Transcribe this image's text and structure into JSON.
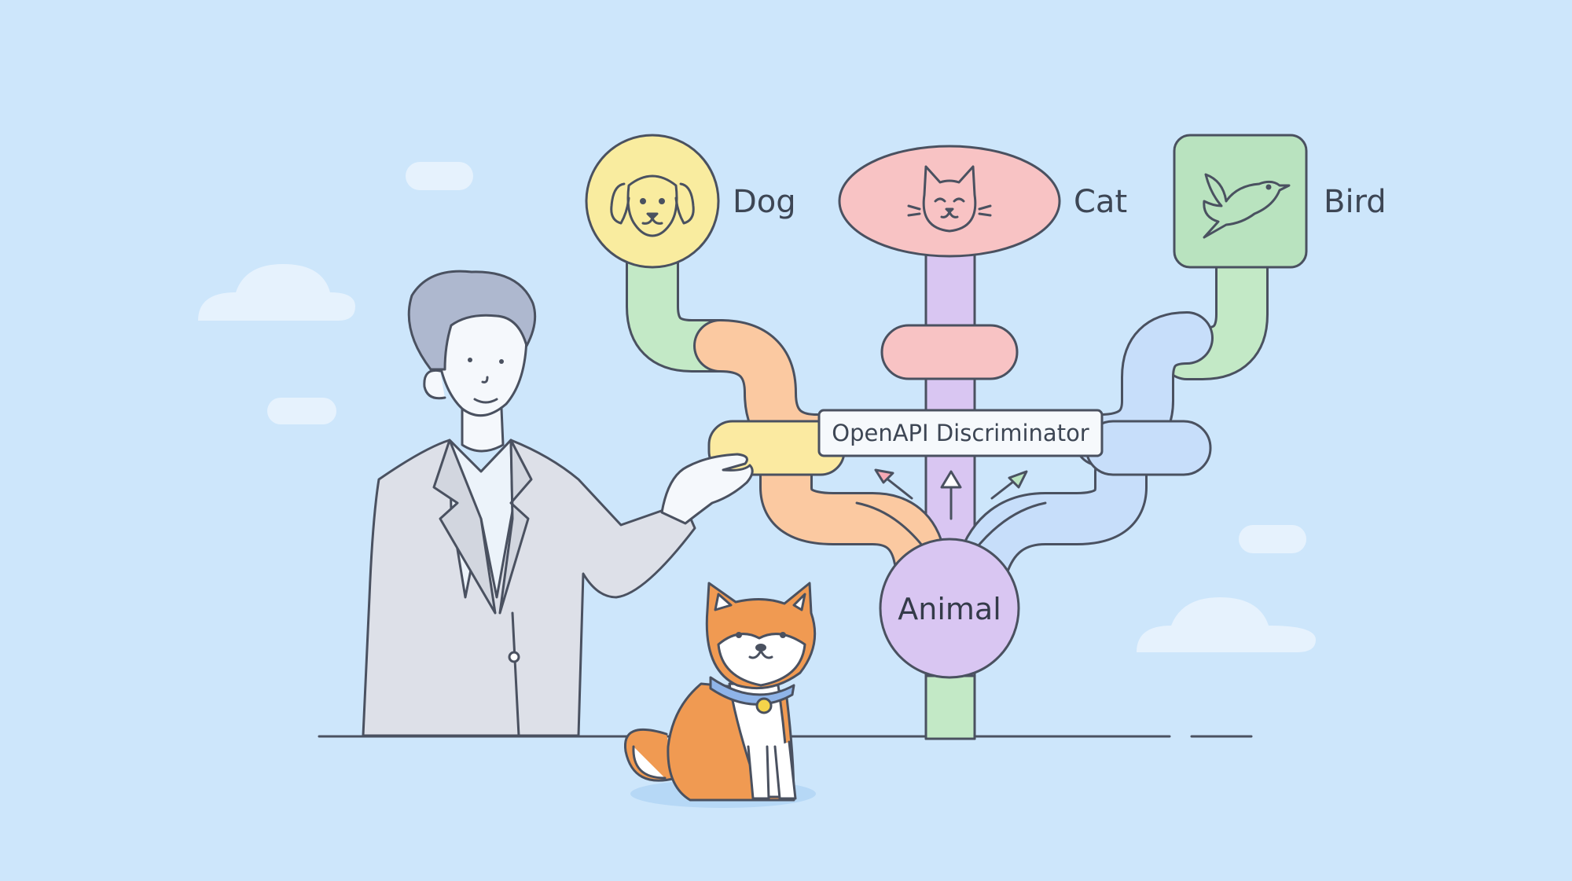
{
  "diagram": {
    "branches": [
      {
        "key": "dog",
        "label": "Dog",
        "icon": "dog-icon",
        "shape": "circle",
        "color": "#f9ec9f"
      },
      {
        "key": "cat",
        "label": "Cat",
        "icon": "cat-icon",
        "shape": "ellipse",
        "color": "#f8c3c4"
      },
      {
        "key": "bird",
        "label": "Bird",
        "icon": "bird-icon",
        "shape": "rounded-square",
        "color": "#b9e3bf"
      }
    ],
    "banner": {
      "label": "OpenAPI Discriminator"
    },
    "root": {
      "label": "Animal",
      "color": "#d9c6f2"
    }
  },
  "colors": {
    "background": "#cde6fb",
    "outline": "#4a5160",
    "pipe_green": "#c3e9c6",
    "pipe_orange": "#fbc9a1",
    "pipe_yellow": "#fbeaa1",
    "pipe_purple": "#d9c6f2",
    "pipe_pink": "#f8c3c4",
    "pipe_blue": "#c7defa",
    "shiba_orange": "#f09a52",
    "collar_blue": "#8fb4e8"
  }
}
